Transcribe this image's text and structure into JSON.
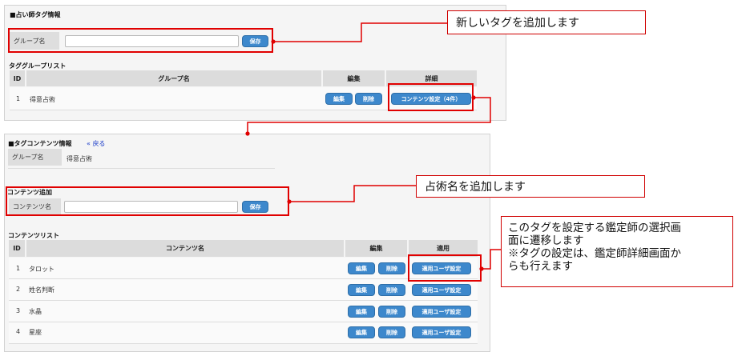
{
  "tag_info": {
    "title": "■占い師タグ情報",
    "group_label": "グループ名",
    "save_label": "保存"
  },
  "tag_group_list": {
    "title": "タググループリスト",
    "headers": {
      "id": "ID",
      "group": "グループ名",
      "edit": "編集",
      "detail": "詳細"
    },
    "rows": [
      {
        "id": "1",
        "name": "得意占術",
        "edit_label": "編集",
        "delete_label": "削除",
        "content_label": "コンテンツ設定（4件）"
      }
    ]
  },
  "tag_content_info": {
    "title": "■タグコンテンツ情報",
    "back_link": "« 戻る",
    "group_label": "グループ名",
    "group_value": "得意占術"
  },
  "content_add": {
    "title": "コンテンツ追加",
    "content_label": "コンテンツ名",
    "save_label": "保存"
  },
  "content_list": {
    "title": "コンテンツリスト",
    "headers": {
      "id": "ID",
      "name": "コンテンツ名",
      "edit": "編集",
      "apply": "適用"
    },
    "rows": [
      {
        "id": "1",
        "name": "タロット",
        "edit_label": "編集",
        "delete_label": "削除",
        "apply_label": "適用ユーザ設定"
      },
      {
        "id": "2",
        "name": "姓名判断",
        "edit_label": "編集",
        "delete_label": "削除",
        "apply_label": "適用ユーザ設定"
      },
      {
        "id": "3",
        "name": "水晶",
        "edit_label": "編集",
        "delete_label": "削除",
        "apply_label": "適用ユーザ設定"
      },
      {
        "id": "4",
        "name": "星座",
        "edit_label": "編集",
        "delete_label": "削除",
        "apply_label": "適用ユーザ設定"
      }
    ]
  },
  "annotations": {
    "add_tag": "新しいタグを追加します",
    "add_content": "占術名を追加します",
    "apply_lines": [
      "このタグを設定する鑑定師の選択画",
      "面に遷移します",
      "※タグの設定は、鑑定師詳細画面か",
      "らも行えます"
    ]
  },
  "colors": {
    "accent_button": "#3d88cc",
    "annotation_red": "#e00000",
    "link_blue": "#1a3cc8"
  }
}
